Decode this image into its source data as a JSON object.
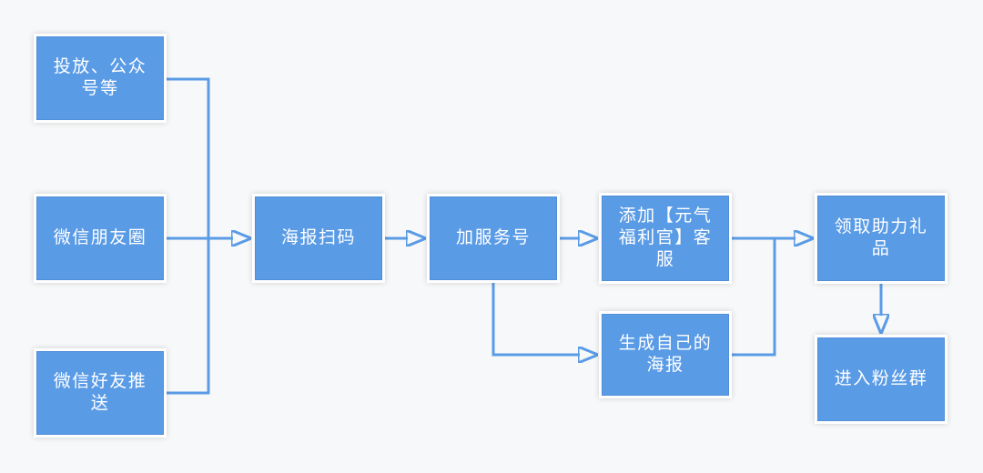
{
  "diagram": {
    "type": "flowchart",
    "background_color": "#f7f8f9",
    "node_fill_color": "#5A9BE6",
    "node_border_color": "#ffffff",
    "node_text_color": "#ffffff",
    "connector_color": "#5A9BE6",
    "nodes": [
      {
        "id": "channels-ads",
        "label": "投放、公众号等"
      },
      {
        "id": "wechat-moments",
        "label": "微信朋友圈"
      },
      {
        "id": "wechat-friend-push",
        "label": "微信好友推送"
      },
      {
        "id": "poster-scan",
        "label": "海报扫码"
      },
      {
        "id": "follow-service-account",
        "label": "加服务号"
      },
      {
        "id": "add-customer-service",
        "label": "添加【元气福利官】客服"
      },
      {
        "id": "generate-own-poster",
        "label": "生成自己的海报"
      },
      {
        "id": "claim-boost-gift",
        "label": "领取助力礼品"
      },
      {
        "id": "join-fan-group",
        "label": "进入粉丝群"
      }
    ],
    "edges": [
      {
        "from": "channels-ads",
        "to": "poster-scan"
      },
      {
        "from": "wechat-moments",
        "to": "poster-scan"
      },
      {
        "from": "wechat-friend-push",
        "to": "poster-scan"
      },
      {
        "from": "poster-scan",
        "to": "follow-service-account"
      },
      {
        "from": "follow-service-account",
        "to": "add-customer-service"
      },
      {
        "from": "follow-service-account",
        "to": "generate-own-poster"
      },
      {
        "from": "add-customer-service",
        "to": "claim-boost-gift"
      },
      {
        "from": "generate-own-poster",
        "to": "claim-boost-gift"
      },
      {
        "from": "claim-boost-gift",
        "to": "join-fan-group"
      }
    ]
  }
}
